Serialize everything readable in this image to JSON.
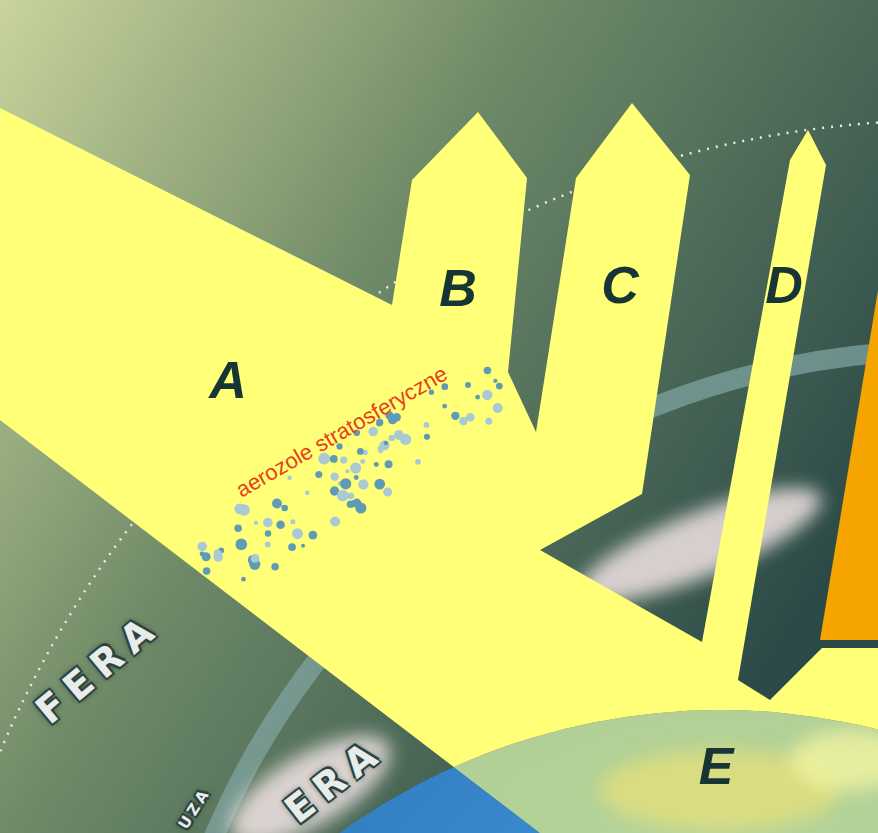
{
  "diagram": {
    "labels": [
      "A",
      "B",
      "C",
      "D",
      "aerozole stratosferyczne",
      "FERA",
      "UZA",
      "ERA",
      "E"
    ]
  }
}
